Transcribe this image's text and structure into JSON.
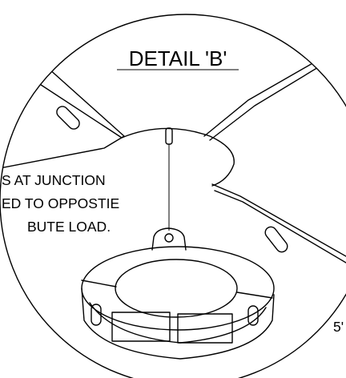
{
  "detail": {
    "title": "DETAIL 'B'"
  },
  "note": {
    "line1": "S AT JUNCTION",
    "line2": "ED TO OPPOSTIE",
    "line3": "BUTE LOAD."
  },
  "edge_label": "5'"
}
